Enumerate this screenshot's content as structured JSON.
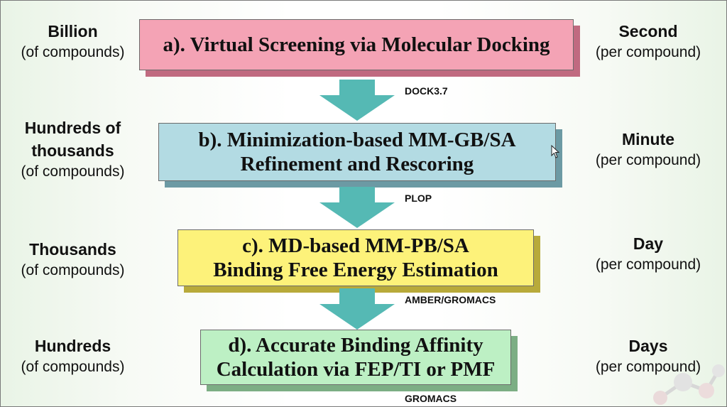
{
  "stages": [
    {
      "label_lines": [
        "a). Virtual Screening via Molecular Docking"
      ],
      "color": "#f4a3b5",
      "shadow": "#c06a80",
      "left_big": [
        "Billion"
      ],
      "left_small": "(of compounds)",
      "right_big": "Second",
      "right_small": "(per compound)",
      "tool": "DOCK3.7"
    },
    {
      "label_lines": [
        "b). Minimization-based MM-GB/SA",
        "Refinement and Rescoring"
      ],
      "color": "#b3dbe3",
      "shadow": "#6c9aa4",
      "left_big": [
        "Hundreds of",
        "thousands"
      ],
      "left_small": "(of compounds)",
      "right_big": "Minute",
      "right_small": "(per compound)",
      "tool": "PLOP"
    },
    {
      "label_lines": [
        "c). MD-based MM-PB/SA",
        "Binding Free Energy Estimation"
      ],
      "color": "#fdf27a",
      "shadow": "#b8aa3a",
      "left_big": [
        "Thousands"
      ],
      "left_small": "(of compounds)",
      "right_big": "Day",
      "right_small": "(per compound)",
      "tool": "AMBER/GROMACS"
    },
    {
      "label_lines": [
        "d). Accurate Binding Affinity",
        "Calculation via FEP/TI or PMF"
      ],
      "color": "#bdf0c4",
      "shadow": "#7cae84",
      "left_big": [
        "Hundreds"
      ],
      "left_small": "(of compounds)",
      "right_big": "Days",
      "right_small": "(per compound)",
      "tool": "GROMACS"
    }
  ],
  "arrow_color": "#55b9b4"
}
